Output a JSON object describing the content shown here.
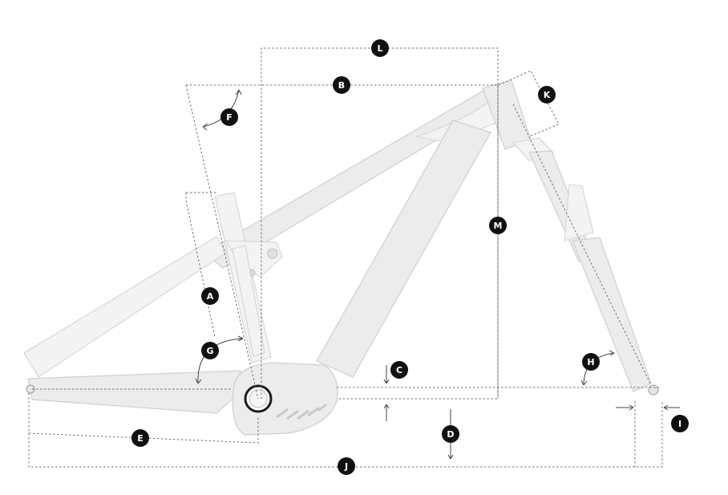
{
  "labels": {
    "A": "A",
    "B": "B",
    "C": "C",
    "D": "D",
    "E": "E",
    "F": "F",
    "G": "G",
    "H": "H",
    "I": "I",
    "J": "J",
    "K": "K",
    "L": "L",
    "M": "M"
  },
  "colors": {
    "badge": "#111111",
    "badge_text": "#ffffff",
    "frame": "#ececec",
    "dimension_line": "#6f6f6f"
  }
}
